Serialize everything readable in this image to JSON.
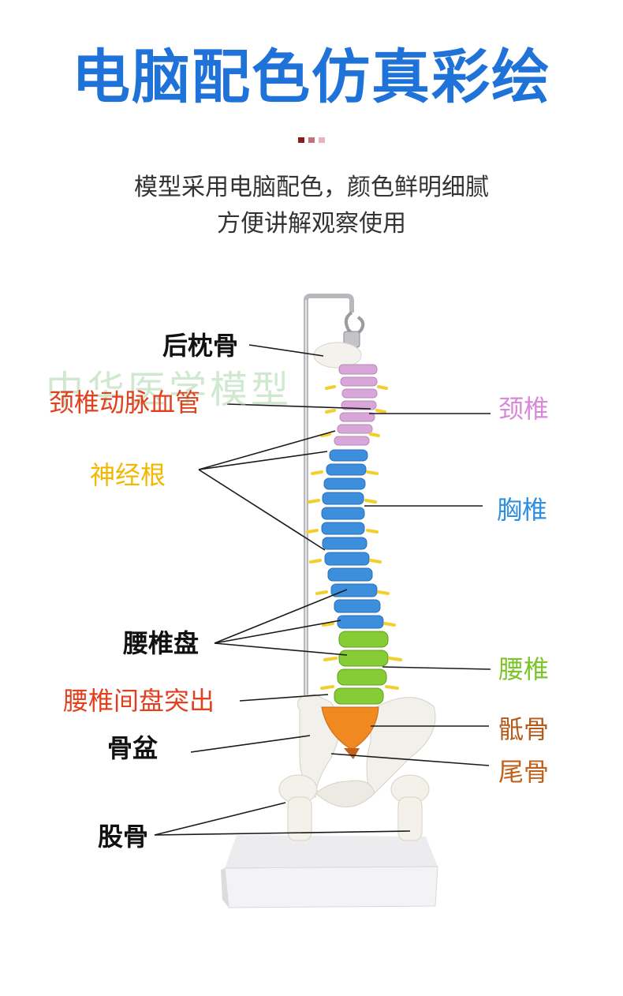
{
  "header": {
    "title": "电脑配色仿真彩绘",
    "subtitle_line1": "模型采用电脑配色，颜色鲜明细腻",
    "subtitle_line2": "方便讲解观察使用"
  },
  "divider_dot_colors": [
    "#8b1a1a",
    "#c4707a",
    "#e8b4bc"
  ],
  "watermark": "中华医学模型",
  "labels": {
    "occipital": {
      "text": "后枕骨",
      "color": "#111111"
    },
    "vertebral_artery": {
      "text": "颈椎动脉血管",
      "color": "#e2401f"
    },
    "nerve_root": {
      "text": "神经根",
      "color": "#f0b800"
    },
    "lumbar_disc": {
      "text": "腰椎盘",
      "color": "#111111"
    },
    "disc_herniation": {
      "text": "腰椎间盘突出",
      "color": "#e2401f"
    },
    "pelvis": {
      "text": "骨盆",
      "color": "#111111"
    },
    "femur": {
      "text": "股骨",
      "color": "#111111"
    },
    "cervical": {
      "text": "颈椎",
      "color": "#d88ad6"
    },
    "thoracic": {
      "text": "胸椎",
      "color": "#2f8fe0"
    },
    "lumbar": {
      "text": "腰椎",
      "color": "#7cc42a"
    },
    "sacrum": {
      "text": "骶骨",
      "color": "#b55a1a"
    },
    "coccyx": {
      "text": "尾骨",
      "color": "#c4601a"
    }
  }
}
